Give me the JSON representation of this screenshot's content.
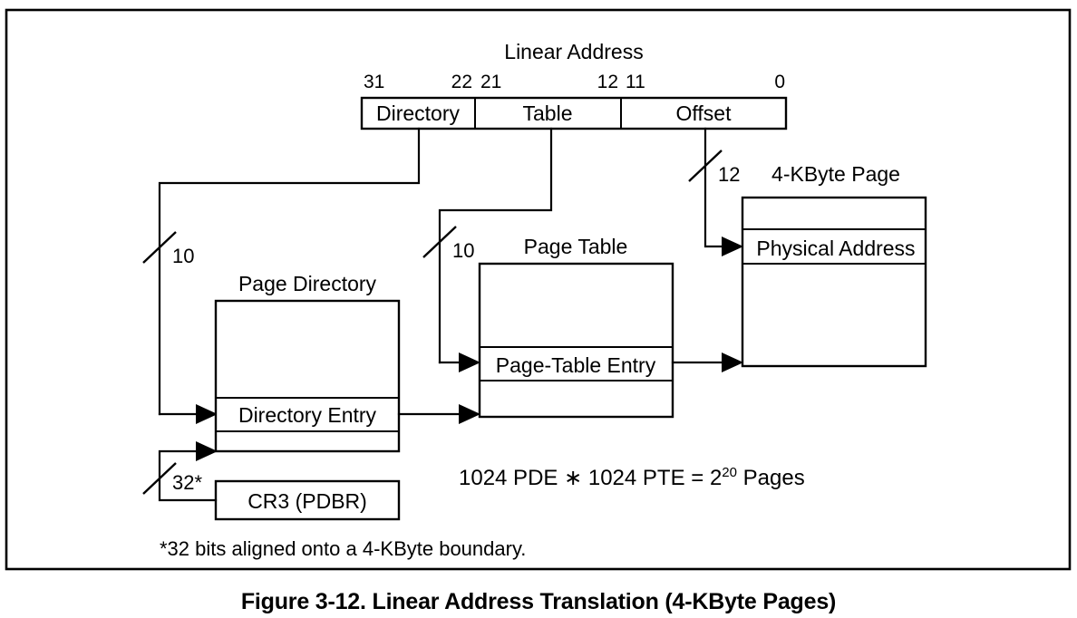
{
  "figure": {
    "caption": "Figure 3-12.  Linear Address Translation (4-KByte Pages)",
    "note": "*32 bits aligned onto a 4-KByte boundary.",
    "formula": {
      "base": "1024 PDE ∗ 1024 PTE = 2",
      "exponent": "20",
      "tail": " Pages",
      "full": "1024 PDE ∗ 1024 PTE = 2^20 Pages"
    }
  },
  "linear_address": {
    "title": "Linear Address",
    "fields": [
      {
        "label": "Directory",
        "high_bit": "31",
        "low_bit": "22"
      },
      {
        "label": "Table",
        "high_bit": "21",
        "low_bit": "12"
      },
      {
        "label": "Offset",
        "high_bit": "11",
        "low_bit": "0"
      }
    ]
  },
  "structures": {
    "page_directory": {
      "title": "Page Directory",
      "entry_label": "Directory Entry"
    },
    "page_table": {
      "title": "Page Table",
      "entry_label": "Page-Table Entry"
    },
    "page_frame": {
      "title": "4-KByte Page",
      "entry_label": "Physical Address"
    },
    "control_register": {
      "label": "CR3 (PDBR)"
    }
  },
  "bus_widths": {
    "directory_index": "10",
    "table_index": "10",
    "page_offset": "12",
    "cr3_base": "32*"
  },
  "colors": {
    "ink": "#000000",
    "paper": "#ffffff"
  }
}
